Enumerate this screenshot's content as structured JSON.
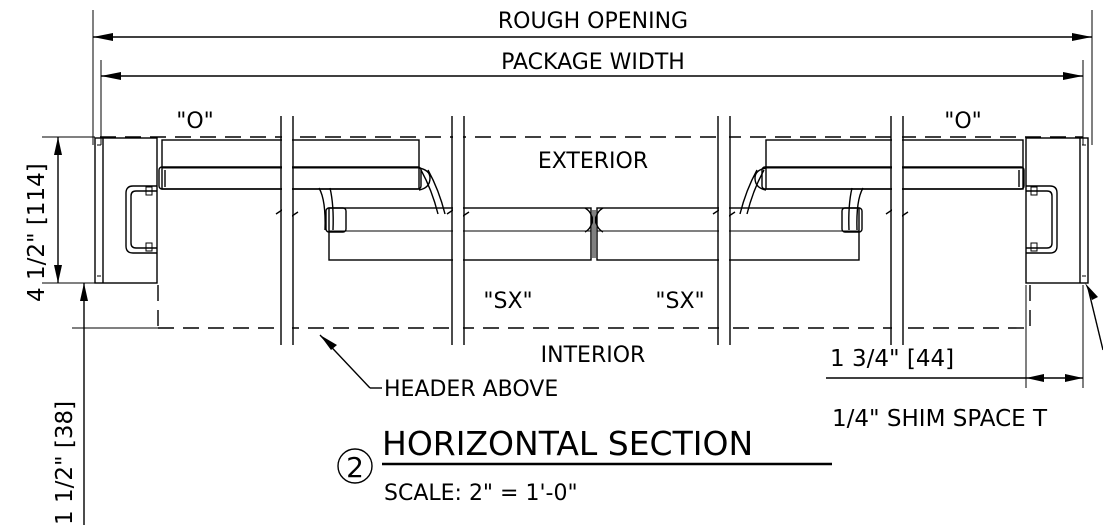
{
  "labels": {
    "rough_opening": "ROUGH OPENING",
    "package_width": "PACKAGE WIDTH",
    "panel_left": "\"O\"",
    "panel_right": "\"O\"",
    "panel_sx_left": "\"SX\"",
    "panel_sx_right": "\"SX\"",
    "exterior": "EXTERIOR",
    "interior": "INTERIOR",
    "header_above": "HEADER ABOVE",
    "shim_space": "1/4\" SHIM SPACE T",
    "dim_right": "1 3/4\" [44]",
    "dim_left_vertical": "4 1/2\" [114]",
    "dim_left_lower_vertical": "1 1/2\" [38]"
  },
  "title_block": {
    "number": "2",
    "title": "HORIZONTAL SECTION",
    "scale": "SCALE: 2\" = 1'-0\""
  }
}
